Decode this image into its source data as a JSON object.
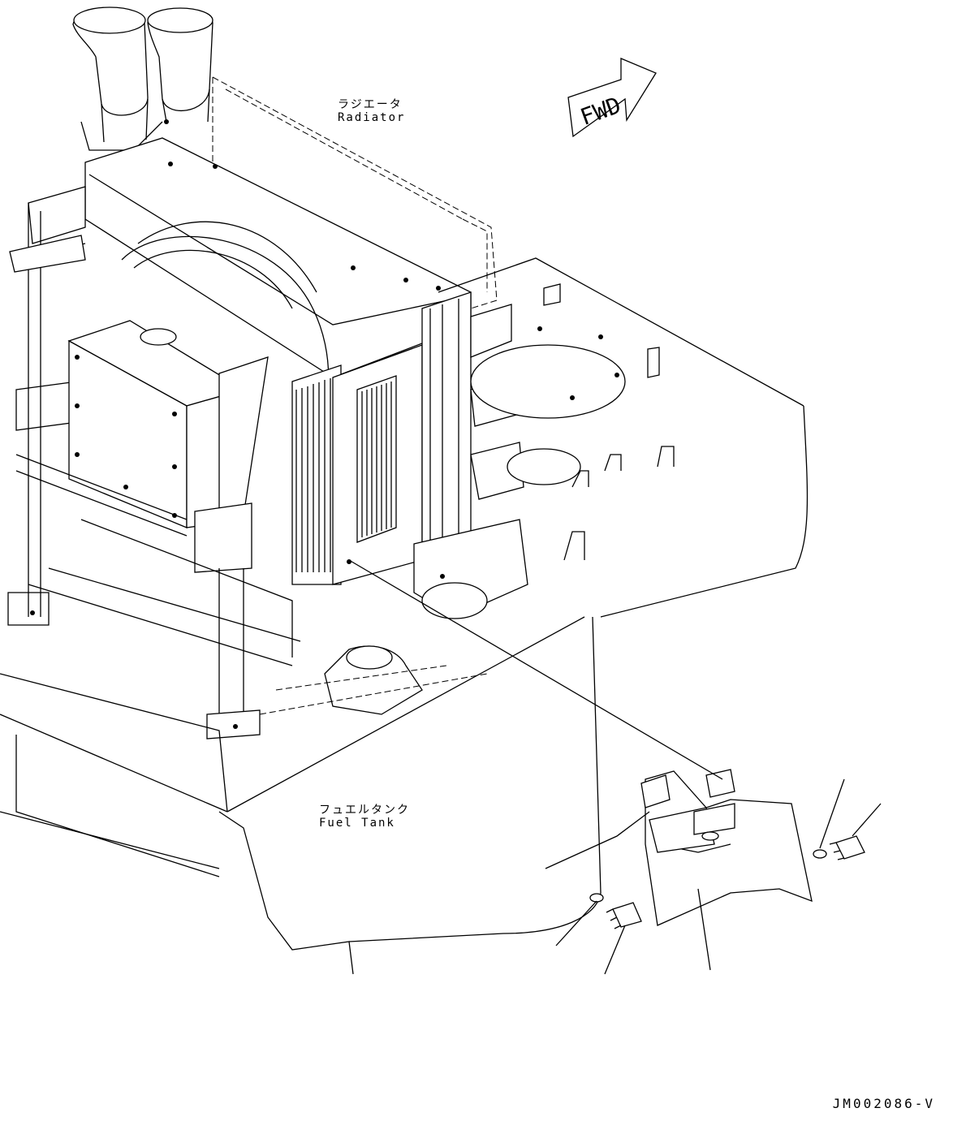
{
  "labels": {
    "radiator_jp": "ラジエータ",
    "radiator_en": "Radiator",
    "fuel_tank_jp": "フュエルタンク",
    "fuel_tank_en": "Fuel Tank",
    "fwd": "FWD"
  },
  "document_id": "JM002086-V"
}
